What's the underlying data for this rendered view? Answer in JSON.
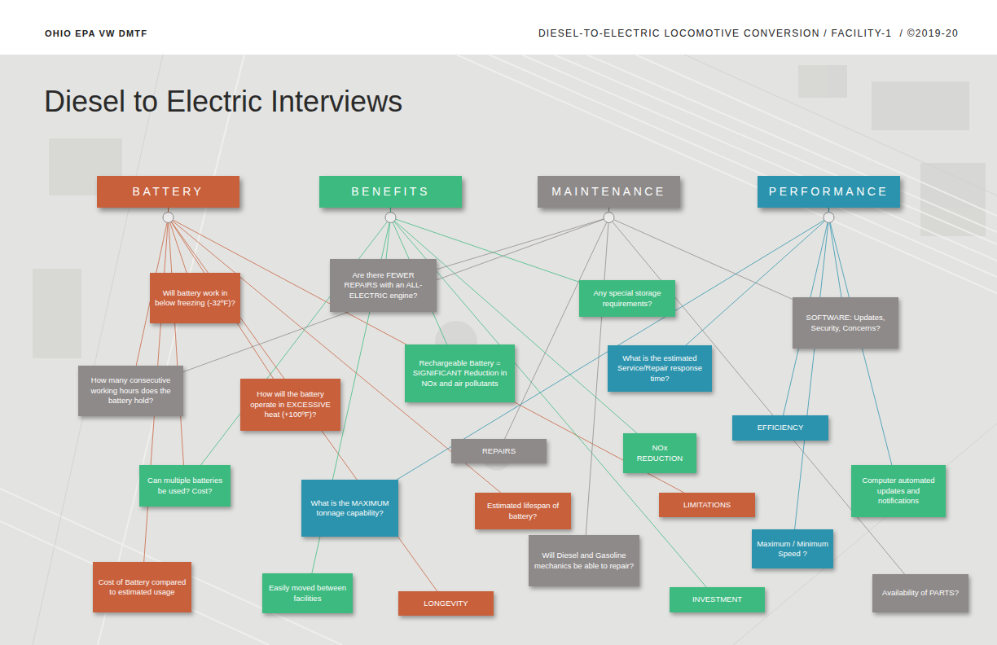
{
  "diagram": {
    "title": "Diesel to Electric Interviews",
    "nodes": [
      {
        "text": [
          "BATTERY"
        ]
      },
      {
        "text": [
          "BENEFITS"
        ]
      },
      {
        "text": [
          "MAINTENANCE"
        ]
      },
      {
        "text": [
          "PERFORMANCE"
        ]
      },
      {
        "text": [
          "Will battery work in below freezing (-32ºF)?"
        ]
      },
      {
        "text": [
          "Are there FEWER REPAIRS with an ALL-ELECTRIC engine?"
        ]
      },
      {
        "text": [
          "Any special storage requirements?"
        ]
      },
      {
        "text": [
          "SOFTWARE: Updates, Security, Concerns?"
        ]
      },
      {
        "text": [
          "How many consecutive working hours does the battery hold?"
        ]
      },
      {
        "text": [
          "Rechargeable Battery = SIGNIFICANT Reduction in NOx and air pollutants"
        ]
      },
      {
        "text": [
          "What is the estimated Service/Repair response time?"
        ]
      },
      {
        "text": [
          "How will the battery operate in EXCESSIVE heat (+100ºF)?"
        ]
      },
      {
        "text": [
          "EFFICIENCY"
        ]
      },
      {
        "text": [
          "REPAIRS"
        ]
      },
      {
        "text": [
          "NOx REDUCTION"
        ]
      },
      {
        "text": [
          "Can multiple batteries be used? Cost?"
        ]
      },
      {
        "text": [
          "Computer automated updates and notifications"
        ]
      },
      {
        "text": [
          "What is the MAXIMUM tonnage capability?"
        ]
      },
      {
        "text": [
          "Estimated lifespan of battery?"
        ]
      },
      {
        "text": [
          "LIMITATIONS"
        ]
      },
      {
        "text": [
          "Will Diesel and Gasoline mechanics be able to repair?"
        ]
      },
      {
        "text": [
          "Maximum / Minimum Speed ?"
        ]
      },
      {
        "text": [
          "Cost of Battery compared to estimated usage"
        ]
      },
      {
        "text": [
          "Easily moved between facilities"
        ]
      },
      {
        "text": [
          "LONGEVITY"
        ]
      },
      {
        "text": [
          "INVESTMENT"
        ]
      },
      {
        "text": [
          "Availability of PARTS?"
        ]
      }
    ],
    "edges": [
      {
        "from": 0,
        "to": 4,
        "arrow": "none"
      },
      {
        "from": 0,
        "to": 8,
        "arrow": "none"
      },
      {
        "from": 0,
        "to": 11,
        "arrow": "none"
      },
      {
        "from": 0,
        "to": 15,
        "arrow": "none"
      },
      {
        "from": 0,
        "to": 18,
        "arrow": "none"
      },
      {
        "from": 0,
        "to": 19,
        "arrow": "none"
      },
      {
        "from": 0,
        "to": 22,
        "arrow": "none"
      },
      {
        "from": 0,
        "to": 24,
        "arrow": "none"
      },
      {
        "from": 1,
        "to": 5,
        "arrow": "none"
      },
      {
        "from": 1,
        "to": 6,
        "arrow": "none"
      },
      {
        "from": 1,
        "to": 9,
        "arrow": "none"
      },
      {
        "from": 1,
        "to": 14,
        "arrow": "none"
      },
      {
        "from": 1,
        "to": 15,
        "arrow": "none"
      },
      {
        "from": 1,
        "to": 23,
        "arrow": "none"
      },
      {
        "from": 1,
        "to": 25,
        "arrow": "none"
      },
      {
        "from": 2,
        "to": 5,
        "arrow": "none"
      },
      {
        "from": 2,
        "to": 7,
        "arrow": "none"
      },
      {
        "from": 2,
        "to": 8,
        "arrow": "none"
      },
      {
        "from": 2,
        "to": 13,
        "arrow": "none"
      },
      {
        "from": 2,
        "to": 20,
        "arrow": "none"
      },
      {
        "from": 2,
        "to": 26,
        "arrow": "none"
      },
      {
        "from": 3,
        "to": 7,
        "arrow": "none"
      },
      {
        "from": 3,
        "to": 10,
        "arrow": "none"
      },
      {
        "from": 3,
        "to": 12,
        "arrow": "none"
      },
      {
        "from": 3,
        "to": 16,
        "arrow": "none"
      },
      {
        "from": 3,
        "to": 17,
        "arrow": "none"
      },
      {
        "from": 3,
        "to": 21,
        "arrow": "none"
      }
    ],
    "labels": [
      "OHIO EPA VW DMTF",
      "DIESEL-TO-ELECTRIC LOCOMOTIVE CONVERSION / FACILITY-1  / ©2019-20"
    ]
  }
}
